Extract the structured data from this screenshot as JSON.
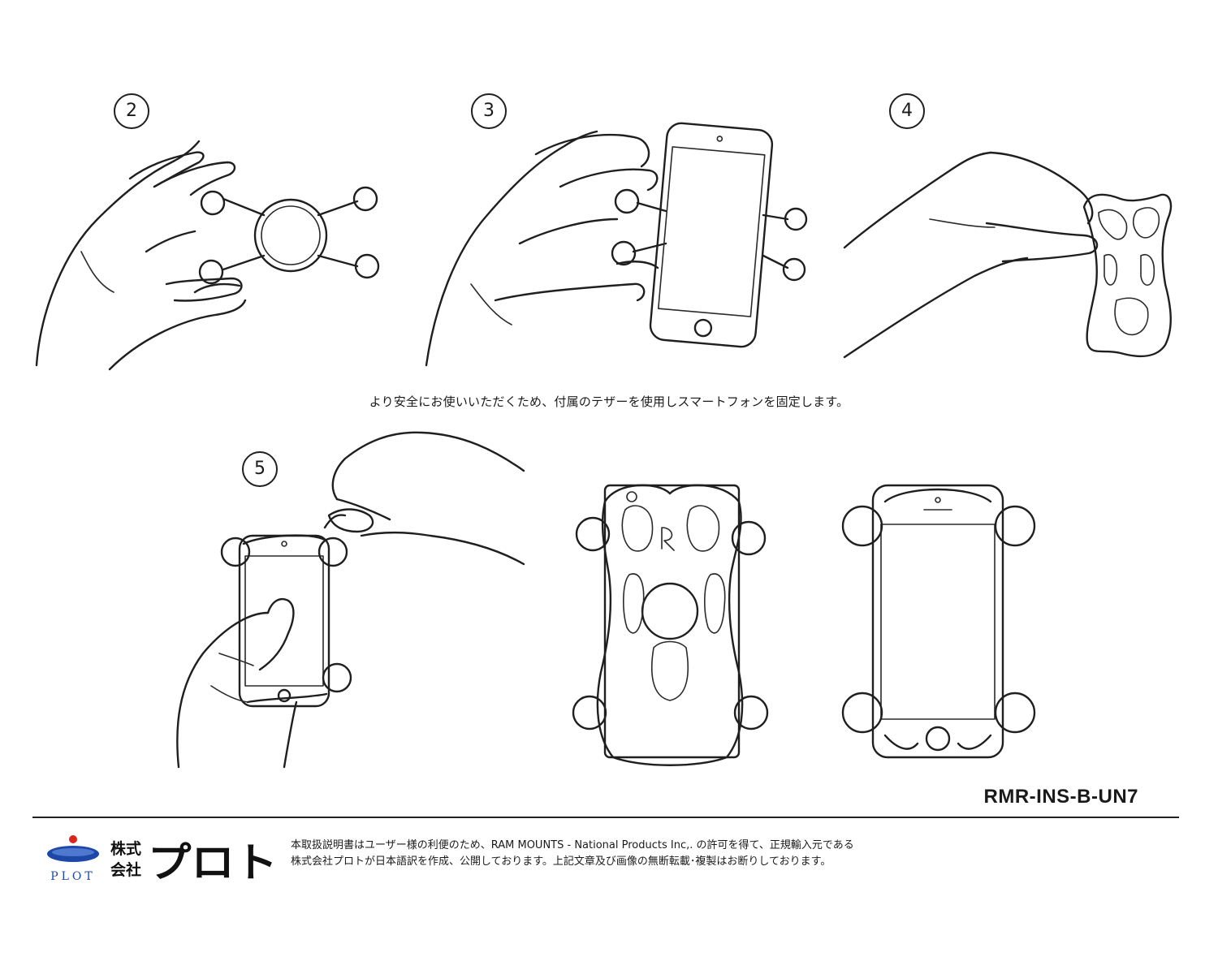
{
  "steps": [
    {
      "label": "2",
      "description": "hand holding X-grip holder"
    },
    {
      "label": "3",
      "description": "hand inserting phone into holder"
    },
    {
      "label": "4",
      "description": "hand holding rubber tether"
    },
    {
      "label": "5",
      "description": "hands attaching tether over phone"
    }
  ],
  "caption": "より安全にお使いいただくため、付属のテザーを使用しスマートフォンを固定します。",
  "doc_code": "RMR-INS-B-UN7",
  "footer": {
    "logo_text": "PLOT",
    "company_line1": "株式",
    "company_line2": "会社",
    "company_name": "プロト",
    "notice_line1": "本取扱説明書はユーザー様の利便のため、RAM MOUNTS - National Products Inc,.  の許可を得て、正規輸入元である",
    "notice_line2": "株式会社プロトが日本語訳を作成、公開しております。上記文章及び画像の無断転載･複製はお断りしております。"
  },
  "colors": {
    "ink": "#1f1f1f",
    "logo_blue": "#1e48a8",
    "logo_red": "#d8261d"
  }
}
